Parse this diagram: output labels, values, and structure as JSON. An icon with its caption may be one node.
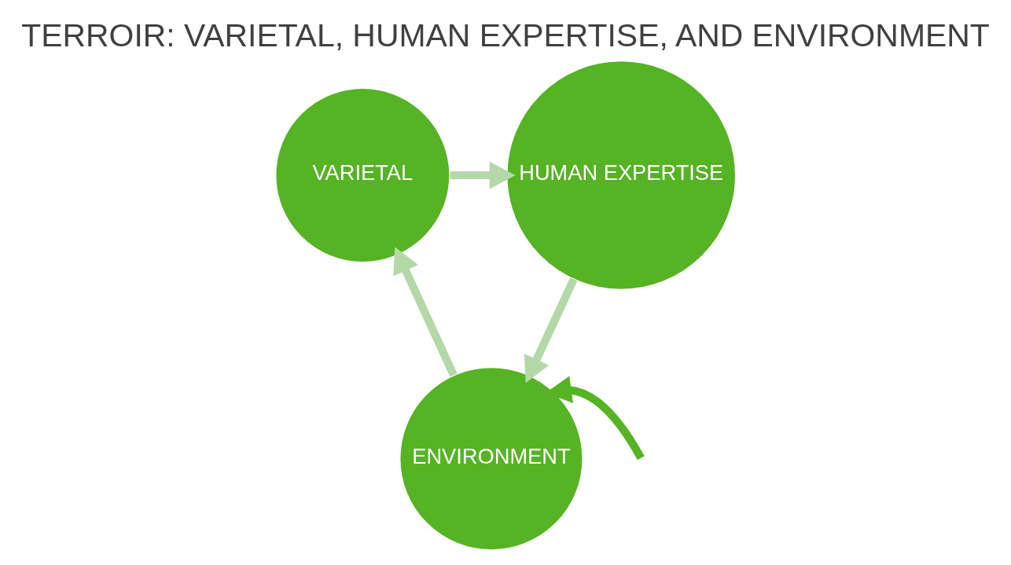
{
  "diagram": {
    "title": "TERROIR: VARIETAL, HUMAN EXPERTISE, AND ENVIRONMENT",
    "nodes": [
      {
        "text": [
          "VARIETAL"
        ]
      },
      {
        "text": [
          "HUMAN EXPERTISE"
        ]
      },
      {
        "text": [
          "ENVIRONMENT"
        ]
      }
    ],
    "edges": [
      {
        "from": 0,
        "to": 1,
        "arrow": "to"
      },
      {
        "from": 1,
        "to": 2,
        "arrow": "to"
      },
      {
        "from": 2,
        "to": 0,
        "arrow": "to"
      },
      {
        "from": null,
        "to": 2,
        "arrow": "to",
        "color": "#56b324"
      }
    ]
  }
}
